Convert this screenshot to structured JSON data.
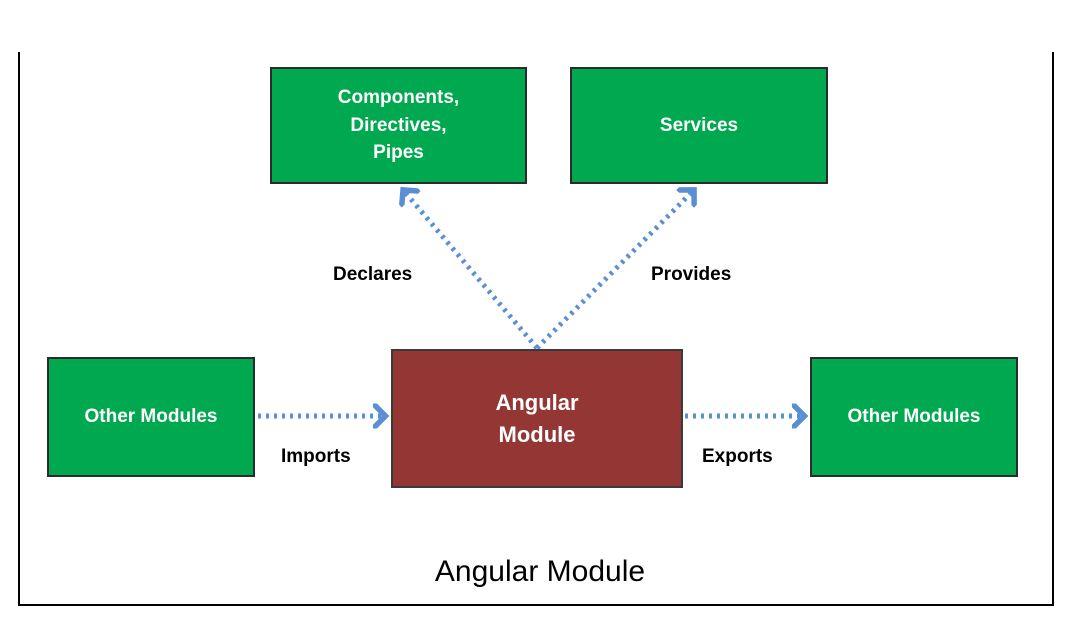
{
  "nodes": {
    "components": [
      "Components,",
      "Directives,",
      "Pipes"
    ],
    "services": "Services",
    "other_modules_left": "Other Modules",
    "angular_module": [
      "Angular",
      "Module"
    ],
    "other_modules_right": "Other Modules"
  },
  "edges": {
    "declares": "Declares",
    "provides": "Provides",
    "imports": "Imports",
    "exports": "Exports"
  },
  "caption": "Angular Module",
  "colors": {
    "node_green": "#00a84f",
    "node_brown": "#943634",
    "arrow_blue": "#5b8fd4"
  }
}
